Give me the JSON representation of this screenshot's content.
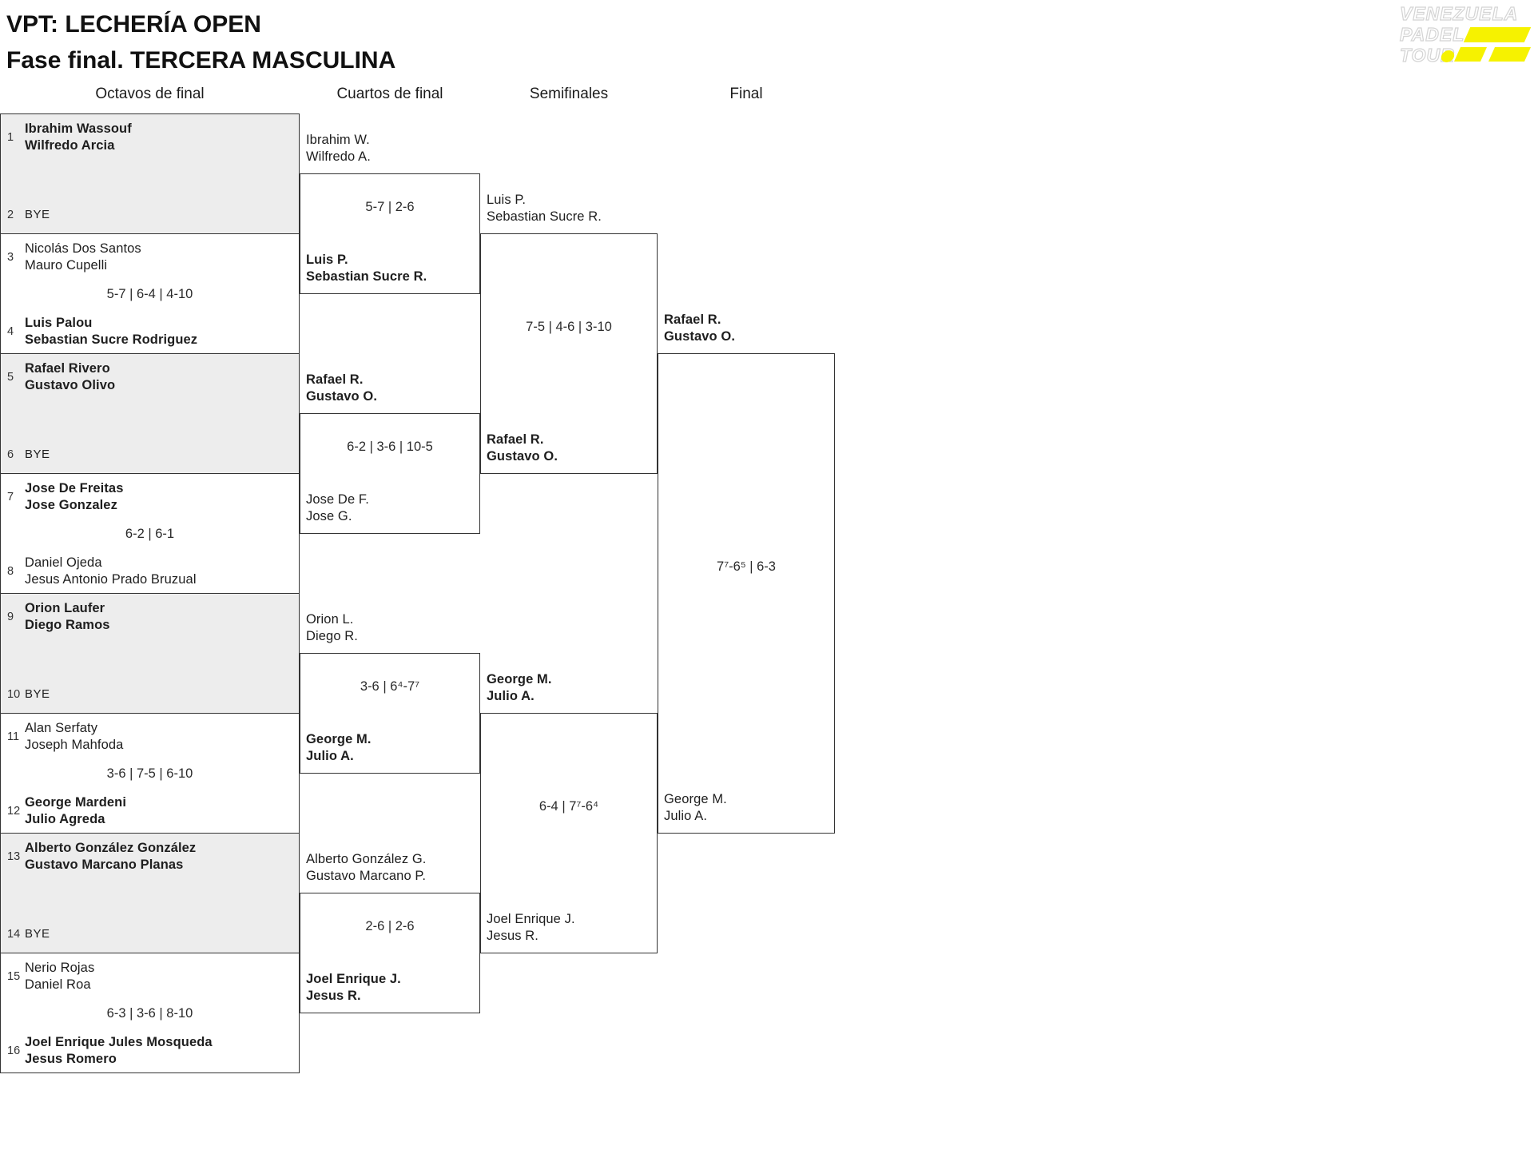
{
  "header": {
    "title": "VPT: LECHERÍA OPEN",
    "subtitle": "Fase final. TERCERA MASCULINA"
  },
  "logo": {
    "word1": "VENEZUELA",
    "word2": "PADEL",
    "word3": "TOUR"
  },
  "round_headers": [
    "Octavos de final",
    "Cuartos de final",
    "Semifinales",
    "Final"
  ],
  "colors": {
    "accent_yellow": "#f6f200",
    "bye_box_grey": "#ededed",
    "border": "#333333",
    "text": "#1e1e1e"
  },
  "octavos": [
    {
      "seed_a": "1",
      "a1": "Ibrahim Wassouf",
      "a2": "Wilfredo Arcia",
      "seed_b": "2",
      "b1": "BYE",
      "score": "",
      "winner": "a",
      "bye": true
    },
    {
      "seed_a": "3",
      "a1": "Nicolás Dos Santos",
      "a2": "Mauro Cupelli",
      "seed_b": "4",
      "b1": "Luis Palou",
      "b2": "Sebastian Sucre Rodriguez",
      "score": "5-7 | 6-4 | 4-10",
      "winner": "b",
      "bye": false
    },
    {
      "seed_a": "5",
      "a1": "Rafael Rivero",
      "a2": "Gustavo Olivo",
      "seed_b": "6",
      "b1": "BYE",
      "score": "",
      "winner": "a",
      "bye": true
    },
    {
      "seed_a": "7",
      "a1": "Jose De Freitas",
      "a2": "Jose Gonzalez",
      "seed_b": "8",
      "b1": "Daniel Ojeda",
      "b2": "Jesus Antonio Prado Bruzual",
      "score": "6-2 | 6-1",
      "winner": "a",
      "bye": false
    },
    {
      "seed_a": "9",
      "a1": "Orion Laufer",
      "a2": "Diego Ramos",
      "seed_b": "10",
      "b1": "BYE",
      "score": "",
      "winner": "a",
      "bye": true
    },
    {
      "seed_a": "11",
      "a1": "Alan Serfaty",
      "a2": "Joseph Mahfoda",
      "seed_b": "12",
      "b1": "George Mardeni",
      "b2": "Julio Agreda",
      "score": "3-6 | 7-5 | 6-10",
      "winner": "b",
      "bye": false
    },
    {
      "seed_a": "13",
      "a1": "Alberto González González",
      "a2": "Gustavo Marcano Planas",
      "seed_b": "14",
      "b1": "BYE",
      "score": "",
      "winner": "a",
      "bye": true
    },
    {
      "seed_a": "15",
      "a1": "Nerio Rojas",
      "a2": "Daniel Roa",
      "seed_b": "16",
      "b1": "Joel Enrique Jules Mosqueda",
      "b2": "Jesus Romero",
      "score": "6-3 | 3-6 | 8-10",
      "winner": "b",
      "bye": false
    }
  ],
  "cuartos": [
    {
      "a1": "Ibrahim W.",
      "a2": "Wilfredo A.",
      "b1": "Luis P.",
      "b2": "Sebastian Sucre R.",
      "score": "5-7 | 2-6",
      "winner": "b"
    },
    {
      "a1": "Rafael R.",
      "a2": "Gustavo O.",
      "b1": "Jose De F.",
      "b2": "Jose G.",
      "score": "6-2 | 3-6 | 10-5",
      "winner": "a"
    },
    {
      "a1": "Orion L.",
      "a2": "Diego R.",
      "b1": "George M.",
      "b2": "Julio A.",
      "score": "3-6 | 6⁴-7⁷",
      "winner": "b"
    },
    {
      "a1": "Alberto González G.",
      "a2": "Gustavo Marcano P.",
      "b1": "Joel Enrique J.",
      "b2": "Jesus R.",
      "score": "2-6 | 2-6",
      "winner": "b"
    }
  ],
  "semifinales": [
    {
      "a1": "Luis P.",
      "a2": "Sebastian Sucre R.",
      "b1": "Rafael R.",
      "b2": "Gustavo O.",
      "score": "7-5 | 4-6 | 3-10",
      "winner": "b"
    },
    {
      "a1": "George M.",
      "a2": "Julio A.",
      "b1": "Joel Enrique J.",
      "b2": "Jesus R.",
      "score": "6-4 | 7⁷-6⁴",
      "winner": "a"
    }
  ],
  "final": {
    "a1": "Rafael R.",
    "a2": "Gustavo O.",
    "b1": "George M.",
    "b2": "Julio A.",
    "score": "7⁷-6⁵ | 6-3",
    "winner": "a"
  }
}
